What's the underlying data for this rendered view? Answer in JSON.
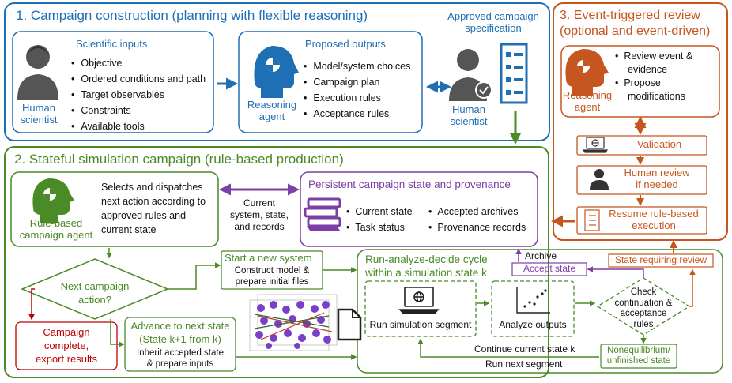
{
  "section1": {
    "title": "1. Campaign construction (planning with flexible reasoning)",
    "inputs_title": "Scientific inputs",
    "inputs": [
      "Objective",
      "Ordered conditions and path",
      "Target observables",
      "Constraints",
      "Available tools"
    ],
    "human_label_1": "Human",
    "human_label_2": "scientist",
    "outputs_title": "Proposed outputs",
    "outputs": [
      "Model/system choices",
      "Campaign plan",
      "Execution rules",
      "Acceptance rules"
    ],
    "agent_label_1": "Reasoning",
    "agent_label_2": "agent",
    "approved_1": "Approved campaign",
    "approved_2": "specification",
    "human2_label_1": "Human",
    "human2_label_2": "scientist"
  },
  "section3": {
    "title_1": "3. Event-triggered review",
    "title_2": "(optional and event-driven)",
    "items": [
      "Review event &",
      "evidence",
      "Propose",
      "modifications"
    ],
    "agent_1": "Reasoning",
    "agent_2": "agent",
    "validation": "Validation",
    "human_review_1": "Human review",
    "human_review_2": "if needed",
    "resume_1": "Resume rule-based",
    "resume_2": "execution"
  },
  "section2": {
    "title": "2. Stateful simulation campaign (rule-based production)",
    "agent_text": [
      "Selects and dispatches",
      "next action according to",
      "approved rules and",
      "current state"
    ],
    "agent_label_1": "Rule-based",
    "agent_label_2": "campaign agent",
    "current_1": "Current",
    "current_2": "system, state,",
    "current_3": "and records",
    "persist_title": "Persistent campaign state and provenance",
    "persist_items": [
      "Current state",
      "Task status",
      "Accepted archives",
      "Provenance records"
    ],
    "decision_1": "Next campaign",
    "decision_2": "action?",
    "complete": [
      "Campaign",
      "complete,",
      "export results"
    ],
    "new_system_title": "Start a new system",
    "new_system_1": "Construct model &",
    "new_system_2": "prepare initial files",
    "advance_title": "Advance to next state",
    "advance_sub": "(State k+1 from k)",
    "advance_1": "Inherit accepted state",
    "advance_2": "& prepare inputs",
    "cycle_title_1": "Run-analyze-decide cycle",
    "cycle_title_2": "within a simulation state k",
    "run_segment": "Run simulation segment",
    "analyze": "Analyze outputs",
    "check": [
      "Check",
      "continuation &",
      "acceptance",
      "rules"
    ],
    "archive": "Archive",
    "accept_state": "Accept state",
    "review_state": "State requiring review",
    "noneq_1": "Nonequilibrium/",
    "noneq_2": "unfinished state",
    "continue": "Continue current state k",
    "next_segment": "Run next segment"
  },
  "colors": {
    "blue": "#1f6fb5",
    "orange": "#c6561f",
    "green": "#4a8a27",
    "purple": "#7b3fa6",
    "red": "#c00000"
  }
}
